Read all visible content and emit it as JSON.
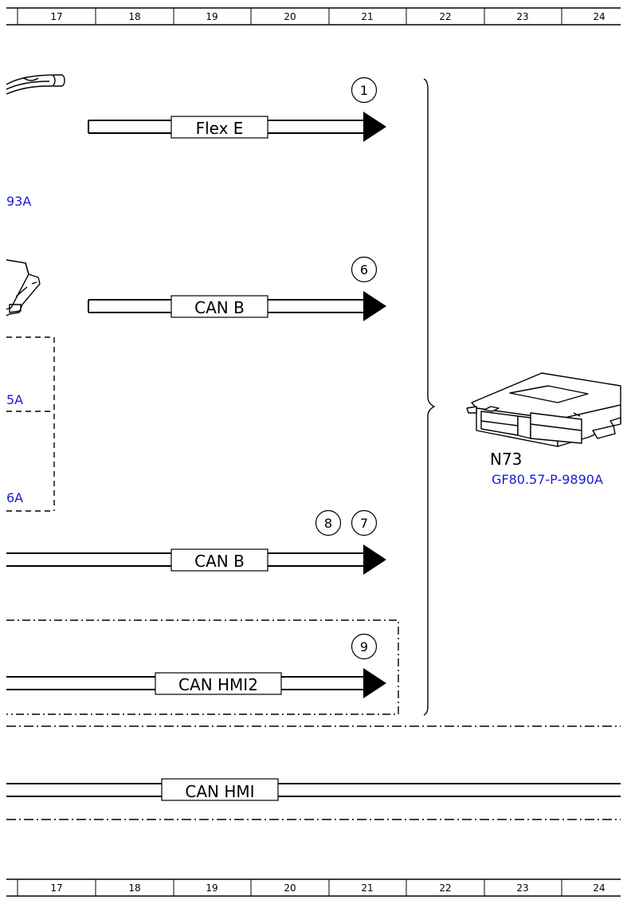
{
  "ruler": {
    "top": [
      "17",
      "18",
      "19",
      "20",
      "21",
      "22",
      "23",
      "24"
    ],
    "bottom": [
      "17",
      "18",
      "19",
      "20",
      "21",
      "22",
      "23",
      "24"
    ]
  },
  "buses": {
    "flex_e": "Flex E",
    "can_b_1": "CAN B",
    "can_b_2": "CAN B",
    "can_hmi2": "CAN HMI2",
    "can_hmi": "CAN HMI"
  },
  "markers": {
    "m1": "1",
    "m6": "6",
    "m8": "8",
    "m7": "7",
    "m9": "9"
  },
  "left_refs": {
    "r1": "93A",
    "r2": "5A",
    "r3": "6A"
  },
  "component": {
    "name": "N73",
    "ref": "GF80.57-P-9890A"
  },
  "colors": {
    "line": "#000000",
    "reference": "#1a1ad6"
  }
}
